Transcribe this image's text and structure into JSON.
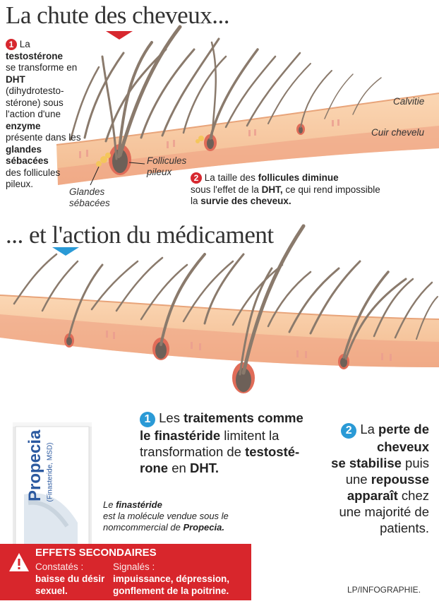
{
  "section1": {
    "title": "La chute des cheveux...",
    "step1": {
      "number": "1",
      "t1": "La ",
      "b1": "testostérone",
      "t2": "se transforme en ",
      "b2": "DHT",
      "t3": "(dihydrotesto-stérone) sous l'action d'une ",
      "b3": "enzyme",
      "t4": "présente dans les ",
      "b4": "glandes sébacées",
      "t5": "des follicules pileux."
    },
    "labels": {
      "calvitie": "Calvitie",
      "cuir_chevelu": "Cuir chevelu",
      "follicules": "Follicules pileux",
      "glandes": "Glandes sébacées"
    },
    "step2": {
      "number": "2",
      "t1": "La taille des ",
      "b1": "follicules diminue",
      "t2": "sous l'effet de la ",
      "b2": "DHT,",
      "t3": " ce qui rend impossible",
      "t4": "la ",
      "b3": "survie des cheveux."
    }
  },
  "section2": {
    "title": "... et l'action du médicament",
    "step1": {
      "number": "1",
      "t1": "Les ",
      "b1": "traitements comme",
      "b2": "le finastéride",
      "t2": " limitent la",
      "t3": "transformation de ",
      "b3": "testosté-",
      "b4": "rone",
      "t4": " en ",
      "b5": "DHT."
    },
    "step2": {
      "number": "2",
      "t1": "La ",
      "b1": "perte de",
      "b2": "cheveux",
      "b3": "se stabilise",
      "t2": " puis",
      "t3": "une ",
      "b4": "repousse",
      "b5": "apparaît",
      "t4": " chez",
      "t5": "une majorité de",
      "t6": "patients."
    }
  },
  "product": {
    "brand": "Propecia",
    "subtitle": "(Finasteride, MSD)",
    "caption_t1": "Le ",
    "caption_b1": "finastéride",
    "caption_t2": "est la molécule vendue sous le",
    "caption_t3": "nomcommercial de ",
    "caption_b2": "Propecia."
  },
  "side_effects": {
    "title": "EFFETS SECONDAIRES",
    "observed_label": "Constatés :",
    "observed_text": "baisse du désir sexuel.",
    "reported_label": "Signalés :",
    "reported_text": "impuissance, dépression, gonflement de la poitrine."
  },
  "credit": "LP/INFOGRAPHIE.",
  "colors": {
    "skin": "#f6c29a",
    "skin_dark": "#e9a07c",
    "hair": "#8a7a6c",
    "red_accent": "#d7282f",
    "blue_accent": "#2a9ad6",
    "warning_bg": "#d8262c"
  }
}
